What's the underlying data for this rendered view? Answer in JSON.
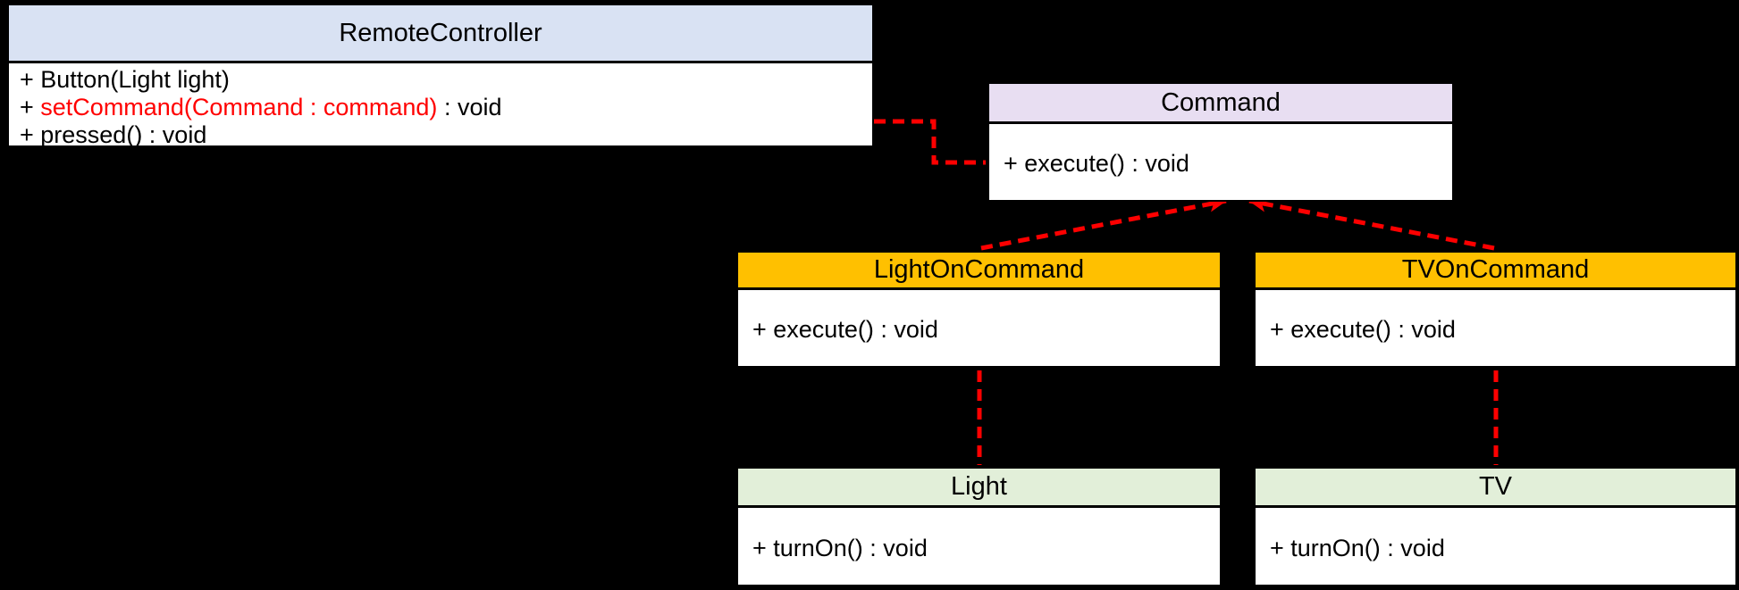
{
  "colors": {
    "red_accent": "#ff0000",
    "remote_header": "#d9e2f3",
    "command_header": "#e8def2",
    "oncommand_header": "#ffc000",
    "receiver_header": "#e2efd9",
    "box_body": "#ffffff",
    "box_border": "#000000",
    "background": "#000000"
  },
  "classes": {
    "remote_controller": {
      "title": "RemoteController",
      "method_1": "+ Button(Light light)",
      "method_2_prefix": "+ ",
      "method_2_red": "setCommand(Command : command)",
      "method_2_suffix": " : void",
      "method_3": "+ pressed() : void"
    },
    "command": {
      "title": "Command",
      "method_1": "+ execute() : void"
    },
    "light_on_command": {
      "title": "LightOnCommand",
      "method_1": "+ execute() : void"
    },
    "tv_on_command": {
      "title": "TVOnCommand",
      "method_1": "+ execute() : void"
    },
    "light": {
      "title": "Light",
      "method_1": "+ turnOn() : void"
    },
    "tv": {
      "title": "TV",
      "method_1": "+ turnOn() : void"
    }
  },
  "connectors": {
    "remote_to_command": {
      "style": "red-dashed-elbow",
      "from": "RemoteController",
      "to": "Command"
    },
    "lightoncommand_to_command": {
      "style": "red-dashed-arrow",
      "from": "LightOnCommand",
      "to": "Command"
    },
    "tvoncommand_to_command": {
      "style": "red-dashed-arrow",
      "from": "TVOnCommand",
      "to": "Command"
    },
    "lightoncommand_to_light": {
      "style": "red-dashed",
      "from": "LightOnCommand",
      "to": "Light"
    },
    "tvoncommand_to_tv": {
      "style": "red-dashed",
      "from": "TVOnCommand",
      "to": "TV"
    }
  }
}
